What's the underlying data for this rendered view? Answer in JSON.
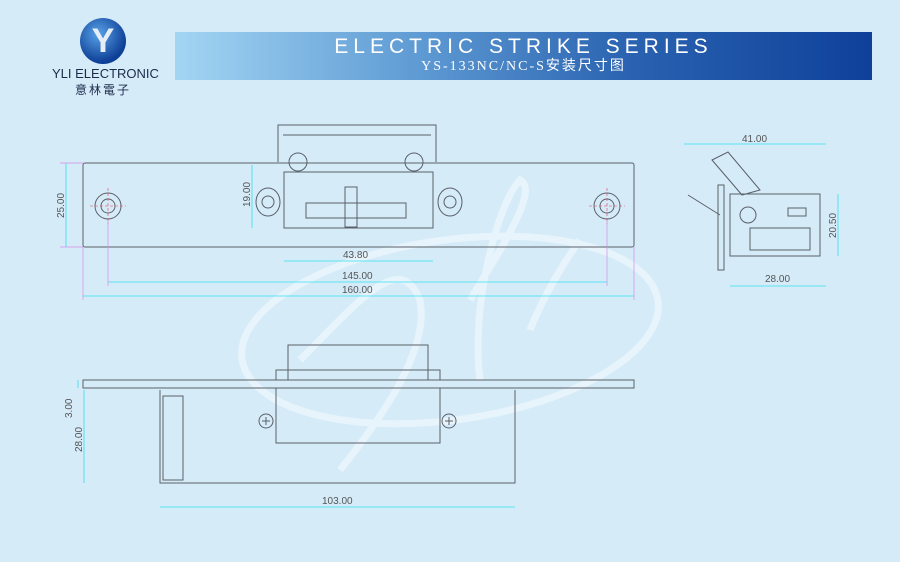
{
  "logo": {
    "name_en": "YLI ELECTRONIC",
    "name_cn": "意林電子",
    "mark": "Y"
  },
  "banner": {
    "title": "ELECTRIC STRIKE SERIES",
    "subtitle": "YS-133NC/NC-S安装尺寸图"
  },
  "dimensions": {
    "front_height": "25.00",
    "front_center_height": "19.00",
    "body_width": "43.80",
    "hole_spacing": "145.00",
    "plate_length": "160.00",
    "side_width": "41.00",
    "side_height": "20.50",
    "side_depth": "28.00",
    "bottom_thickness": "3.00",
    "bottom_depth": "28.00",
    "bottom_length": "103.00"
  },
  "colors": {
    "background": "#d5ebf8",
    "dim_line": "#33e0f0",
    "ext_line": "#d98ae8",
    "outline": "#5a6068"
  }
}
